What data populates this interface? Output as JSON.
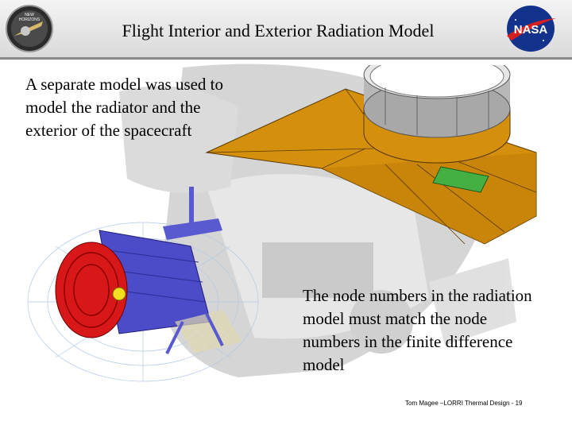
{
  "slide": {
    "title": "Flight Interior and Exterior Radiation Model",
    "body_text_1": "A separate model was used to model the radiator and the exterior of the spacecraft",
    "body_text_2": "The node numbers in the radiation model must match the node numbers in the finite difference model",
    "footer": "Tom Magee –LORRI Thermal Design - 19"
  },
  "logos": {
    "left": {
      "name": "new-horizons-logo",
      "text": "NEW HORIZONS"
    },
    "right": {
      "name": "nasa-logo",
      "text": "NASA"
    }
  },
  "colors": {
    "radiator": "#d4900c",
    "telescope_body": "#4c4cc8",
    "aperture": "#d81818",
    "highlight": "#f2e020",
    "green_patch": "#44b044"
  }
}
